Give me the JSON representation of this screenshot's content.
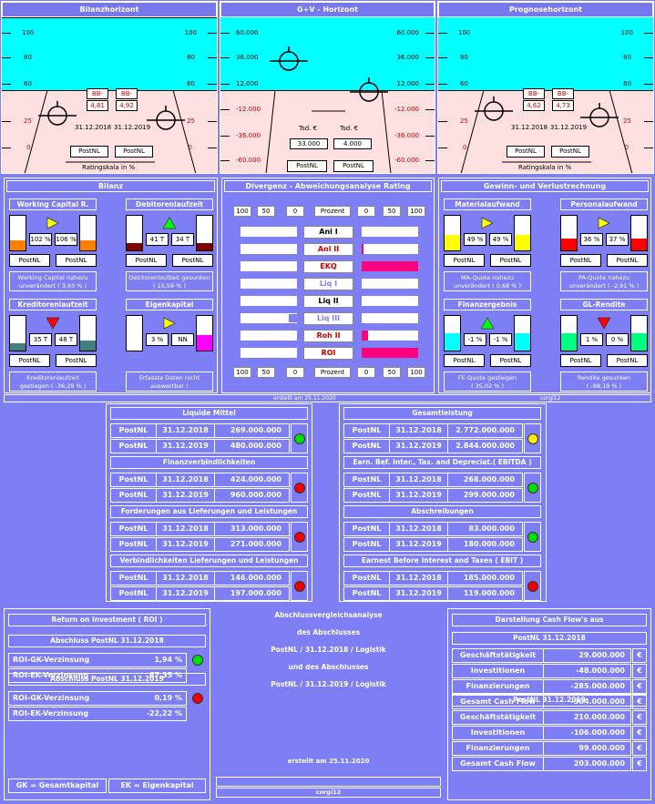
{
  "top": {
    "bilanz": {
      "title": "Bilanzhorizont",
      "left_scale": [
        "100",
        "80",
        "60",
        "25",
        "0"
      ],
      "right_scale": [
        "100",
        "80",
        "60",
        "25",
        "0"
      ],
      "ratings": [
        "BB-",
        "BB-"
      ],
      "values": [
        "4,81",
        "4,92"
      ],
      "dates": [
        "31.12.2018",
        "31.12.2019"
      ],
      "names": [
        "PostNL",
        "PostNL"
      ],
      "footer": "Ratingskala in %"
    },
    "guv": {
      "title": "G+V - Horizont",
      "left_scale": [
        "60.000",
        "36.000",
        "12.000",
        "-12.000",
        "-36.000",
        "-60.000"
      ],
      "right_scale": [
        "60.000",
        "36.000",
        "12.000",
        "-12.000",
        "-36.000",
        "-60.000"
      ],
      "unit_labels": [
        "Tsd. €",
        "Tsd. €"
      ],
      "values": [
        "33.000",
        "4.000"
      ],
      "names": [
        "PostNL",
        "PostNL"
      ]
    },
    "prognose": {
      "title": "Prognosehorizont",
      "left_scale": [
        "100",
        "80",
        "60",
        "25",
        "0"
      ],
      "right_scale": [
        "100",
        "80",
        "60",
        "25",
        "0"
      ],
      "ratings": [
        "BB-",
        "BB-"
      ],
      "values": [
        "4,62",
        "4,73"
      ],
      "dates": [
        "31.12.2018",
        "31.12.2019"
      ],
      "names": [
        "PostNL",
        "PostNL"
      ],
      "footer": "Ratingskala in %"
    }
  },
  "bilanz": {
    "title": "Bilanz",
    "items": [
      {
        "title": "Working Capital R.",
        "v1": "102 %",
        "v2": "106 %",
        "n1": "PostNL",
        "n2": "PostNL",
        "note1": "Working Capital nahezu",
        "note2": "unverändert ( 3,93 % )",
        "fill1": 0.3,
        "fill2": 0.3,
        "color": "#ff8000",
        "indicator": "right"
      },
      {
        "title": "Debitorenlaufzeit",
        "v1": "41 T",
        "v2": "34 T",
        "n1": "PostNL",
        "n2": "PostNL",
        "note1": "Debitorenlaufzeit gesunken",
        "note2": "( 15,59 % )",
        "fill1": 0.2,
        "fill2": 0.2,
        "color": "#800000",
        "indicator": "up"
      },
      {
        "title": "Kreditorenlaufzeit",
        "v1": "35 T",
        "v2": "48 T",
        "n1": "PostNL",
        "n2": "PostNL",
        "note1": "Kreditorenlaufzeit",
        "note2": "gestiegen ( -36,29 % )",
        "fill1": 0.2,
        "fill2": 0.3,
        "color": "#408080",
        "indicator": "down"
      },
      {
        "title": "Eigenkapital",
        "v1": "3 %",
        "v2": "NN",
        "n1": "",
        "n2": "",
        "note1": "Erfasste Daten nicht",
        "note2": "auswertbar !",
        "fill1": 0.0,
        "fill2": 0.45,
        "color": "#ff00ff",
        "indicator": "right"
      }
    ]
  },
  "divergenz": {
    "title": "Divergenz - Abweichungsanalyse Rating",
    "scale": [
      "100",
      "50",
      "0",
      "Prozent",
      "0",
      "50",
      "100"
    ],
    "labels": [
      {
        "text": "Anl I",
        "red": false,
        "lval": 0,
        "rval": 0
      },
      {
        "text": "Anl II",
        "red": true,
        "lval": 0,
        "rval": 0.03
      },
      {
        "text": "EKQ",
        "red": true,
        "lval": 0,
        "rval": 1.0
      },
      {
        "text": "Liq I",
        "red": false,
        "light": true,
        "lval": 0,
        "rval": 0
      },
      {
        "text": "Liq II",
        "red": false,
        "lval": 0,
        "rval": 0
      },
      {
        "text": "Liq III",
        "red": false,
        "light": true,
        "lval": 0.15,
        "rval": 0
      },
      {
        "text": "Roh II",
        "red": true,
        "lval": 0,
        "rval": 0.12
      },
      {
        "text": "ROI",
        "red": true,
        "lval": 0,
        "rval": 1.0
      }
    ]
  },
  "guv": {
    "title": "Gewinn- und Verlustrechnung",
    "items": [
      {
        "title": "Materialaufwand",
        "v1": "49 %",
        "v2": "49 %",
        "n1": "PostNL",
        "n2": "PostNL",
        "note1": "MA-Quote nahezu",
        "note2": "unverändert ( 0,68 % )",
        "fill1": 0.45,
        "fill2": 0.45,
        "color": "#ffff00",
        "indicator": "right"
      },
      {
        "title": "Personalaufwand",
        "v1": "36 %",
        "v2": "37 %",
        "n1": "PostNL",
        "n2": "PostNL",
        "note1": "PA-Quote nahezu",
        "note2": "unverändert ( -2,91 % )",
        "fill1": 0.35,
        "fill2": 0.35,
        "color": "#ff0000",
        "indicator": "right"
      },
      {
        "title": "Finanzergebnis",
        "v1": "-1 %",
        "v2": "-1 %",
        "n1": "PostNL",
        "n2": "PostNL",
        "note1": "FE-Quote gestiegen",
        "note2": "( 35,02 % )",
        "fill1": 0.5,
        "fill2": 0.5,
        "color": "#00ffff",
        "indicator": "up"
      },
      {
        "title": "GL-Rendite",
        "v1": "1 %",
        "v2": "0 %",
        "n1": "PostNL",
        "n2": "PostNL",
        "note1": "Rendite gesunken",
        "note2": "( -88,19 % )",
        "fill1": 0.5,
        "fill2": 0.5,
        "color": "#00ff80",
        "indicator": "down"
      }
    ]
  },
  "footer_small": {
    "created": "erstellt am 25.11.2020",
    "user": "corgi12"
  },
  "left_table": [
    {
      "title": "Liquide Mittel",
      "rows": [
        [
          "PostNL",
          "31.12.2018",
          "269.000.000"
        ],
        [
          "PostNL",
          "31.12.2019",
          "480.000.000"
        ]
      ],
      "dot": "#00dd00"
    },
    {
      "title": "Finanzverbindlichkeiten",
      "rows": [
        [
          "PostNL",
          "31.12.2018",
          "424.000.000"
        ],
        [
          "PostNL",
          "31.12.2019",
          "960.000.000"
        ]
      ],
      "dot": "#ee0000"
    },
    {
      "title": "Forderungen aus Lieferungen und Leistungen",
      "rows": [
        [
          "PostNL",
          "31.12.2018",
          "313.000.000"
        ],
        [
          "PostNL",
          "31.12.2019",
          "271.000.000"
        ]
      ],
      "dot": "#ee0000"
    },
    {
      "title": "Verbindlichkeiten Lieferungen und Leistungen",
      "rows": [
        [
          "PostNL",
          "31.12.2018",
          "146.000.000"
        ],
        [
          "PostNL",
          "31.12.2019",
          "197.000.000"
        ]
      ],
      "dot": "#ee0000"
    }
  ],
  "right_table": [
    {
      "title": "Gesamtleistung",
      "rows": [
        [
          "PostNL",
          "31.12.2018",
          "2.772.000.000"
        ],
        [
          "PostNL",
          "31.12.2019",
          "2.844.000.000"
        ]
      ],
      "dot": "#ffee00"
    },
    {
      "title": "Earn. Bef. Inter., Tax. and Depreciat.( EBITDA )",
      "rows": [
        [
          "PostNL",
          "31.12.2018",
          "268.000.000"
        ],
        [
          "PostNL",
          "31.12.2019",
          "299.000.000"
        ]
      ],
      "dot": "#00dd00"
    },
    {
      "title": "Abschreibungen",
      "rows": [
        [
          "PostNL",
          "31.12.2018",
          "83.000.000"
        ],
        [
          "PostNL",
          "31.12.2019",
          "180.000.000"
        ]
      ],
      "dot": "#00dd00"
    },
    {
      "title": "Earnest Before Interest and Taxes ( EBIT )",
      "rows": [
        [
          "PostNL",
          "31.12.2018",
          "185.000.000"
        ],
        [
          "PostNL",
          "31.12.2019",
          "119.000.000"
        ]
      ],
      "dot": "#ee0000"
    }
  ],
  "roi": {
    "title": "Return on Investment ( ROI )",
    "blocks": [
      {
        "title": "Abschluss  PostNL  31.12.2018",
        "rows": [
          [
            "ROI-GK-Verzinsung",
            "1,94 %"
          ],
          [
            "ROI-EK-Verzinsung",
            "67,35 %"
          ]
        ],
        "dot": "#00dd00"
      },
      {
        "title": "Abschluss  PostNL  31.12.2019",
        "rows": [
          [
            "ROI-GK-Verzinsung",
            "0,19 %"
          ],
          [
            "ROI-EK-Verzinsung",
            "-22,22 %"
          ]
        ],
        "dot": "#ee0000"
      }
    ],
    "legend1": "GK = Gesamtkapital",
    "legend2": "EK = Eigenkapital"
  },
  "center": {
    "lines": [
      "Abschlussvergleichsanalyse",
      "des Abschlusses",
      "PostNL / 31.12.2018 / Logistik",
      "und des Abschlusses",
      "PostNL / 31.12.2019 / Logistik"
    ],
    "created": "erstellt am 25.11.2020",
    "user": "corgi12"
  },
  "cashflow": {
    "title": "Darstellung Cash Flow's aus",
    "blocks": [
      {
        "title": "PostNL  31.12.2018",
        "rows": [
          [
            "Geschäftstätigkeit",
            "29.000.000",
            "€"
          ],
          [
            "Investitionen",
            "-48.000.000",
            "€"
          ],
          [
            "Finanzierungen",
            "-285.000.000",
            "€"
          ],
          [
            "Gesamt Cash Flow",
            "-304.000.000",
            "€"
          ]
        ]
      },
      {
        "title": "PostNL  31.12.2019",
        "rows": [
          [
            "Geschäftstätigkeit",
            "210.000.000",
            "€"
          ],
          [
            "Investitionen",
            "-106.000.000",
            "€"
          ],
          [
            "Finanzierungen",
            "99.000.000",
            "€"
          ],
          [
            "Gesamt Cash Flow",
            "203.000.000",
            "€"
          ]
        ]
      }
    ]
  }
}
